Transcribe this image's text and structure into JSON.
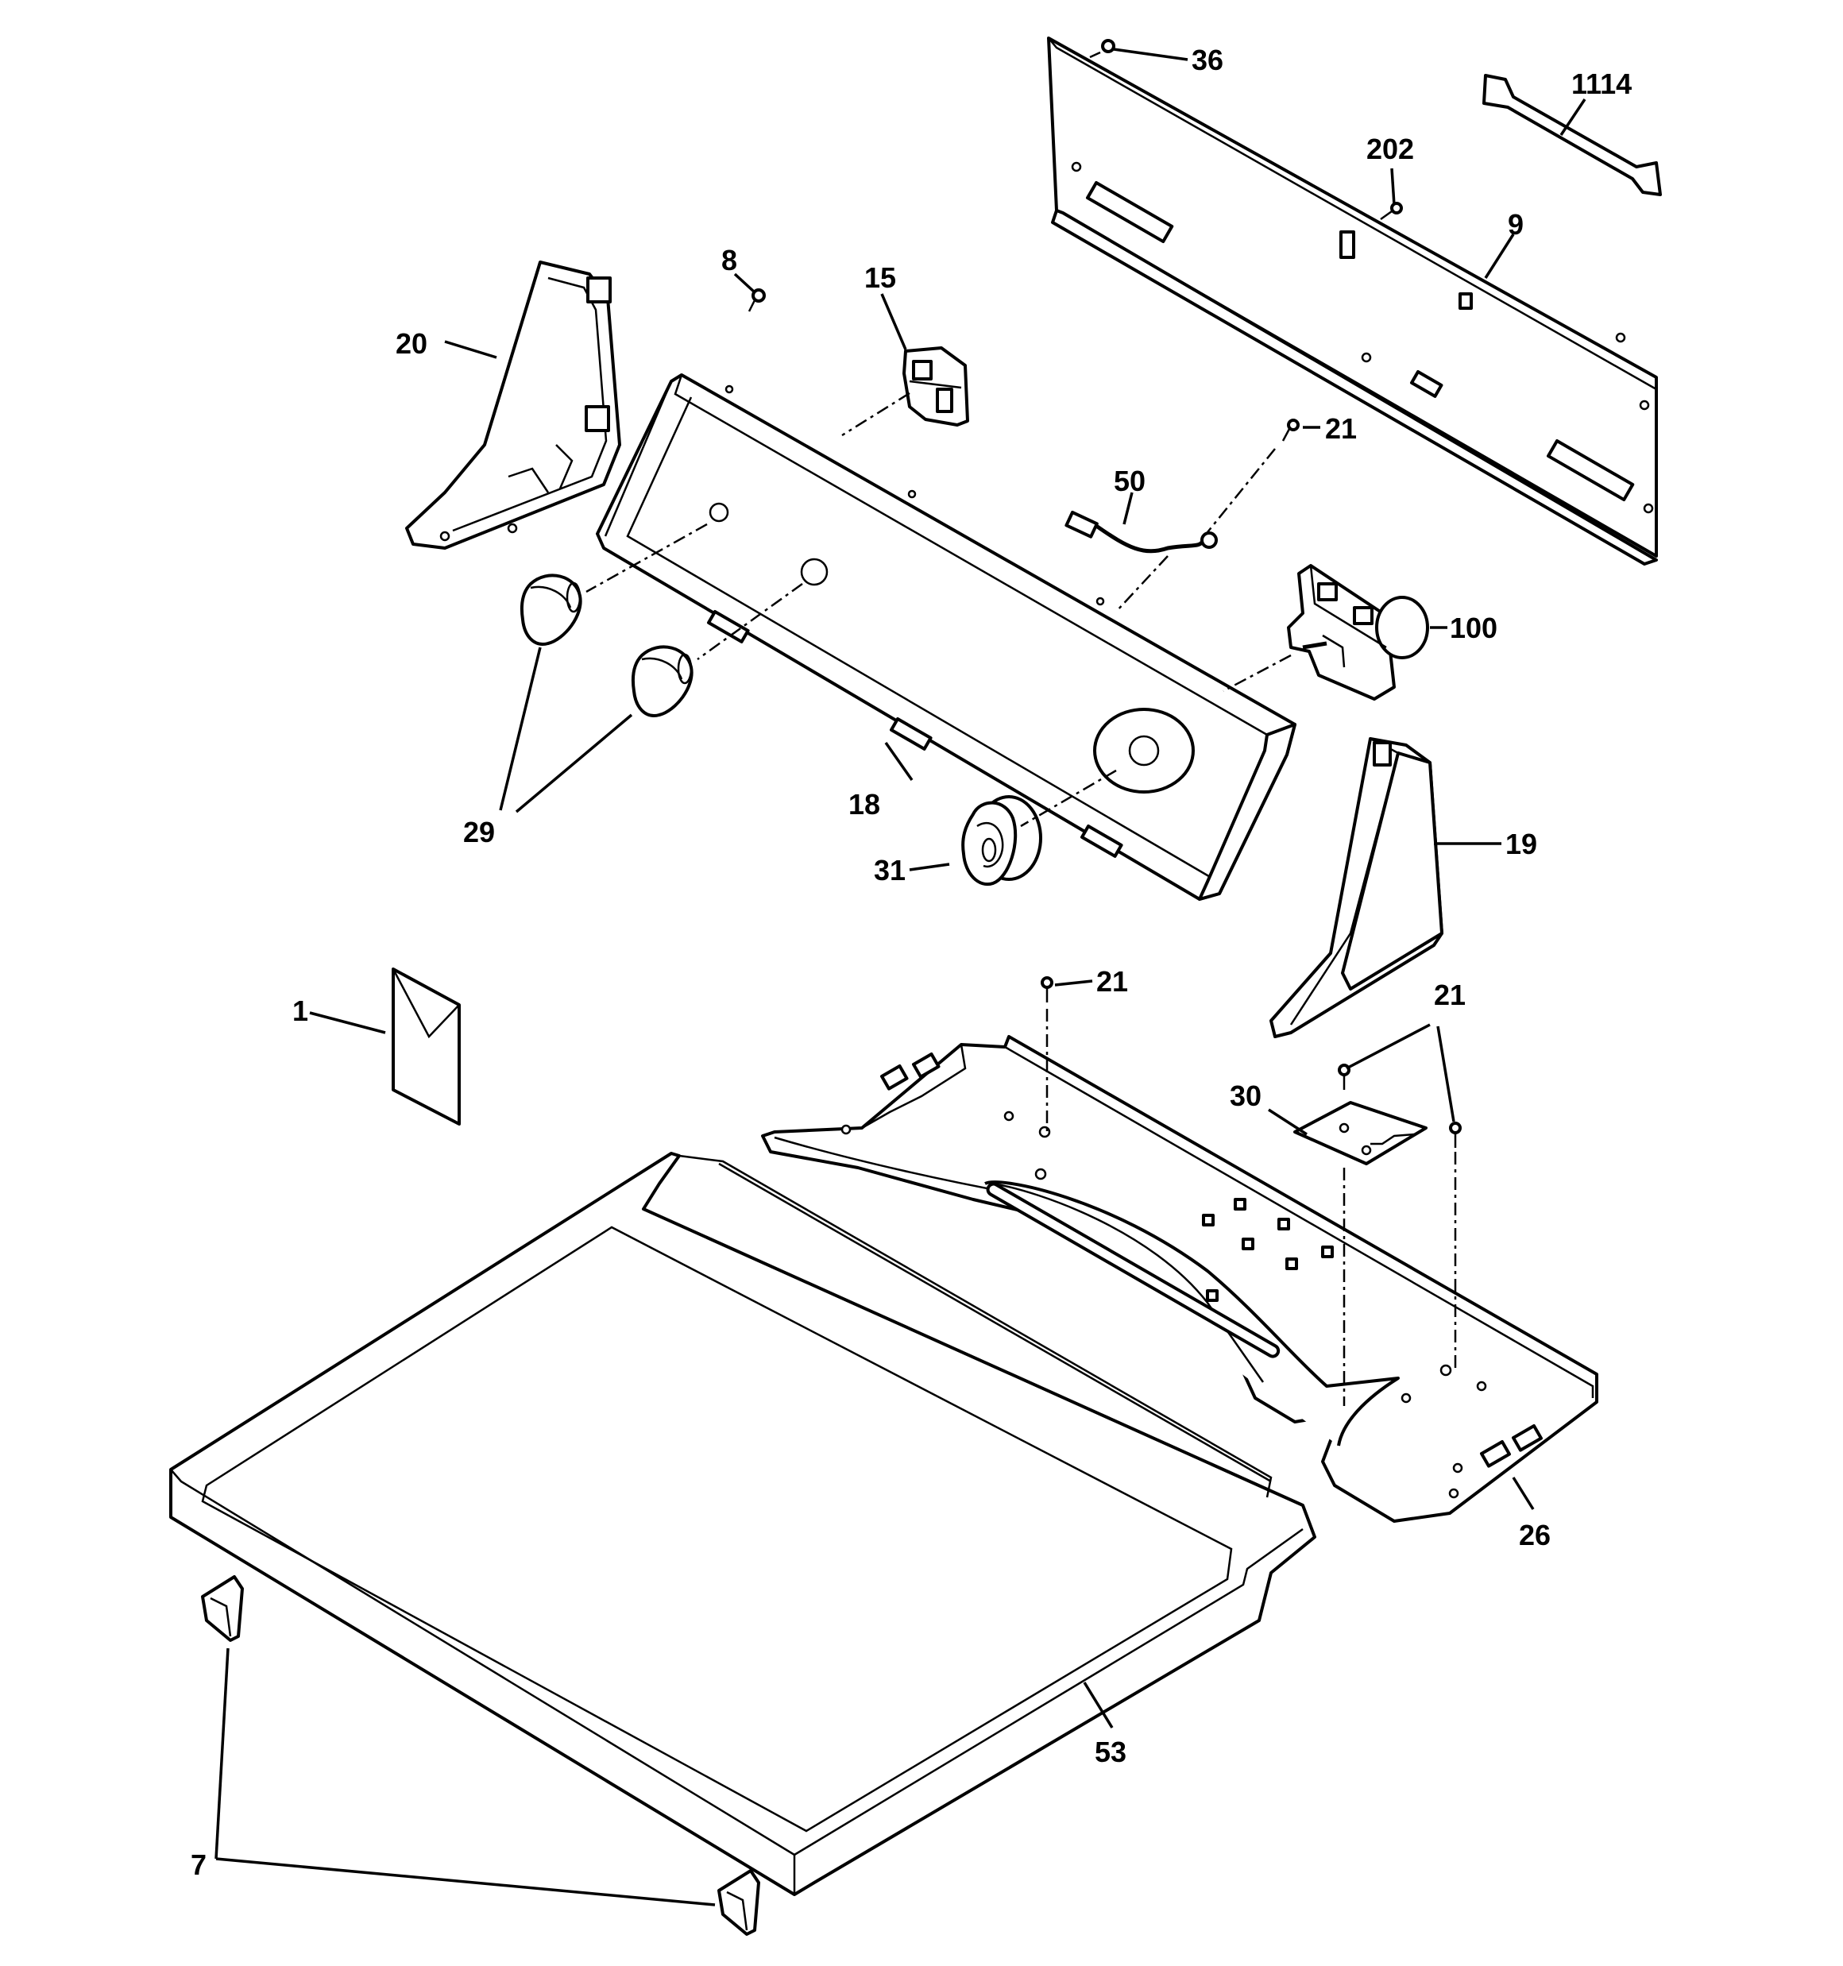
{
  "callouts": {
    "c36": "36",
    "c1114": "1114",
    "c202": "202",
    "c9": "9",
    "c8": "8",
    "c15": "15",
    "c20": "20",
    "c21a": "21",
    "c50": "50",
    "c100": "100",
    "c18": "18",
    "c29": "29",
    "c31": "31",
    "c19": "19",
    "c1": "1",
    "c21b": "21",
    "c21c": "21",
    "c30": "30",
    "c26": "26",
    "c53": "53",
    "c7": "7"
  },
  "colors": {
    "line": "#000000",
    "fill": "#ffffff"
  }
}
